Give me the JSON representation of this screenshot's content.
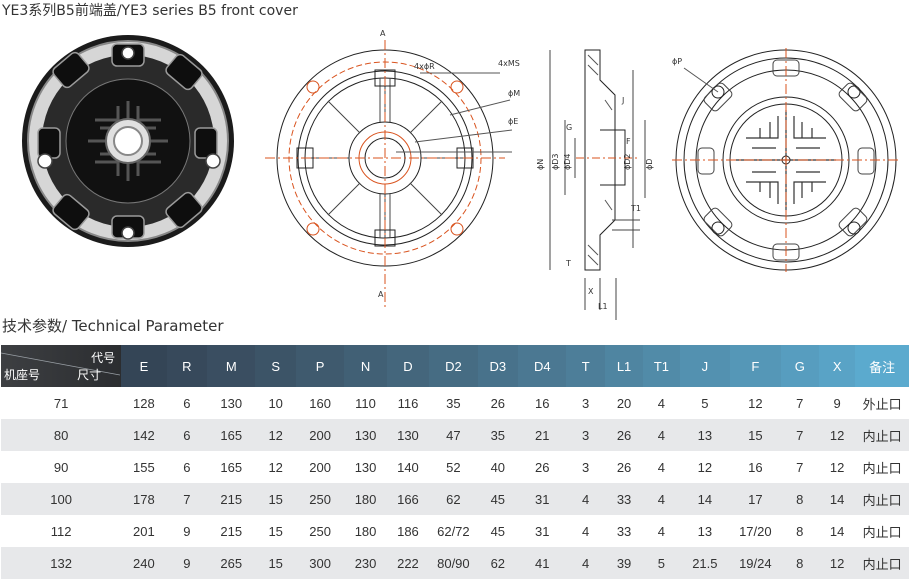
{
  "title": "YE3系列B5前端盖/YE3 series B5 front cover",
  "subtitle": "技术参数/ Technical Parameter",
  "drawing_labels": {
    "front": [
      "A",
      "A",
      "4xϕR",
      "4xMS",
      "ϕM",
      "ϕE"
    ],
    "side": [
      "J",
      "G",
      "F",
      "ϕN",
      "ϕD3",
      "ϕD4",
      "ϕD2",
      "ϕD",
      "T1",
      "T",
      "X",
      "L1"
    ],
    "back": [
      "ϕP"
    ]
  },
  "table": {
    "corner": {
      "top": "代号",
      "middle": "尺寸",
      "bottom": "机座号"
    },
    "headers": [
      "E",
      "R",
      "M",
      "S",
      "P",
      "N",
      "D",
      "D2",
      "D3",
      "D4",
      "T",
      "L1",
      "T1",
      "J",
      "F",
      "G",
      "X",
      "备注"
    ],
    "header_colors": [
      "#344556",
      "#37495b",
      "#3a4e61",
      "#3c5467",
      "#3f5a6e",
      "#416075",
      "#44667c",
      "#466c83",
      "#48728b",
      "#4b7892",
      "#4d7e99",
      "#4f85a1",
      "#518ba8",
      "#5391b0",
      "#5597b7",
      "#579dbf",
      "#59a3c6",
      "#5baace"
    ],
    "rows": [
      [
        "71",
        "128",
        "6",
        "130",
        "10",
        "160",
        "110",
        "116",
        "35",
        "26",
        "16",
        "3",
        "20",
        "4",
        "5",
        "12",
        "7",
        "9",
        "外止口"
      ],
      [
        "80",
        "142",
        "6",
        "165",
        "12",
        "200",
        "130",
        "130",
        "47",
        "35",
        "21",
        "3",
        "26",
        "4",
        "13",
        "15",
        "7",
        "12",
        "内止口"
      ],
      [
        "90",
        "155",
        "6",
        "165",
        "12",
        "200",
        "130",
        "140",
        "52",
        "40",
        "26",
        "3",
        "26",
        "4",
        "12",
        "16",
        "7",
        "12",
        "内止口"
      ],
      [
        "100",
        "178",
        "7",
        "215",
        "15",
        "250",
        "180",
        "166",
        "62",
        "45",
        "31",
        "4",
        "33",
        "4",
        "14",
        "17",
        "8",
        "14",
        "内止口"
      ],
      [
        "112",
        "201",
        "9",
        "215",
        "15",
        "250",
        "180",
        "186",
        "62/72",
        "45",
        "31",
        "4",
        "33",
        "4",
        "13",
        "17/20",
        "8",
        "14",
        "内止口"
      ],
      [
        "132",
        "240",
        "9",
        "265",
        "15",
        "300",
        "230",
        "222",
        "80/90",
        "62",
        "41",
        "4",
        "39",
        "5",
        "21.5",
        "19/24",
        "8",
        "12",
        "内止口"
      ]
    ]
  }
}
